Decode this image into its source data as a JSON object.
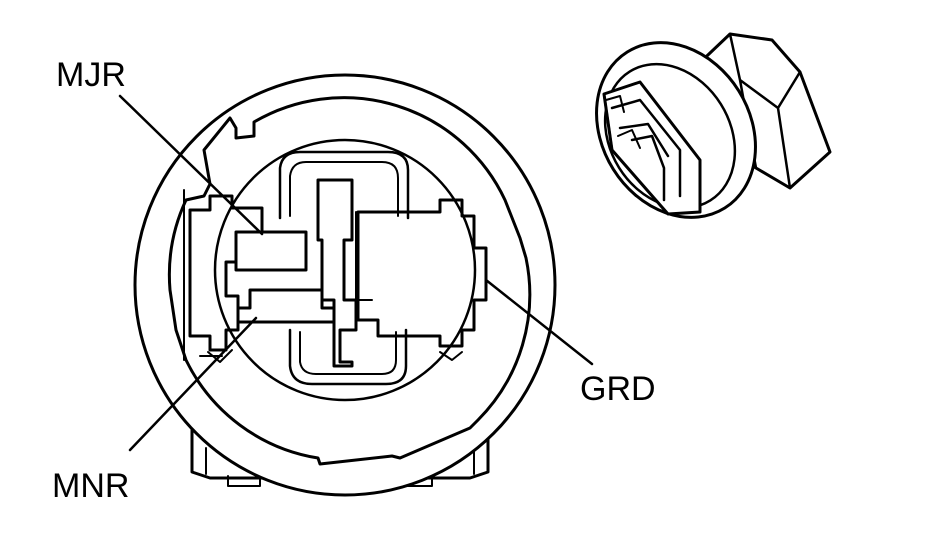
{
  "labels": {
    "major": "MJR",
    "minor": "MNR",
    "ground": "GRD"
  },
  "colors": {
    "line": "#000000",
    "background": "#ffffff"
  }
}
